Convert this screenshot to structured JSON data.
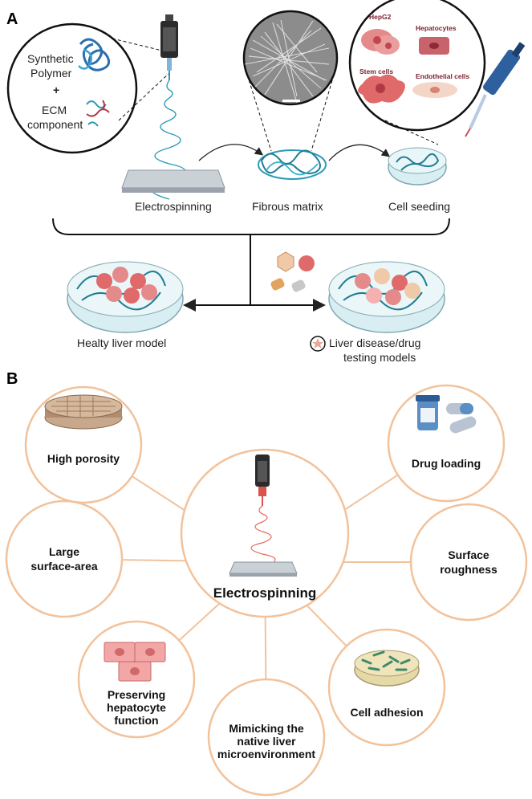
{
  "panel_a": {
    "letter": "A",
    "polymer_line1": "Synthetic",
    "polymer_line2": "Polymer",
    "plus": "+",
    "ecm_line1": "ECM",
    "ecm_line2": "component",
    "step1": "Electrospinning",
    "step2": "Fibrous matrix",
    "step3": "Cell seeding",
    "cell_hepg2": "HepG2",
    "cell_hepatocytes": "Hepatocytes",
    "cell_stem": "Stem  cells",
    "cell_endothelial": "Endothelial cells",
    "model_healthy": "Healty liver model",
    "model_disease_line1": "Liver disease/drug",
    "model_disease_line2": "testing models"
  },
  "panel_b": {
    "letter": "B",
    "center": "Electrospinning",
    "high_porosity": "High porosity",
    "drug_loading": "Drug loading",
    "large_line1": "Large",
    "large_line2": "surface-area",
    "surface_line1": "Surface",
    "surface_line2": "roughness",
    "preserve_line1": "Preserving",
    "preserve_line2": "hepatocyte",
    "preserve_line3": "function",
    "mimic_line1": "Mimicking the",
    "mimic_line2": "native liver",
    "mimic_line3": "microenvironment",
    "cell_adhesion": "Cell adhesion"
  },
  "colors": {
    "fiber": "#2a9bb5",
    "circle_border": "#f2c29b",
    "cell_pink": "#e58a8a",
    "dish": "#d9eef2"
  }
}
